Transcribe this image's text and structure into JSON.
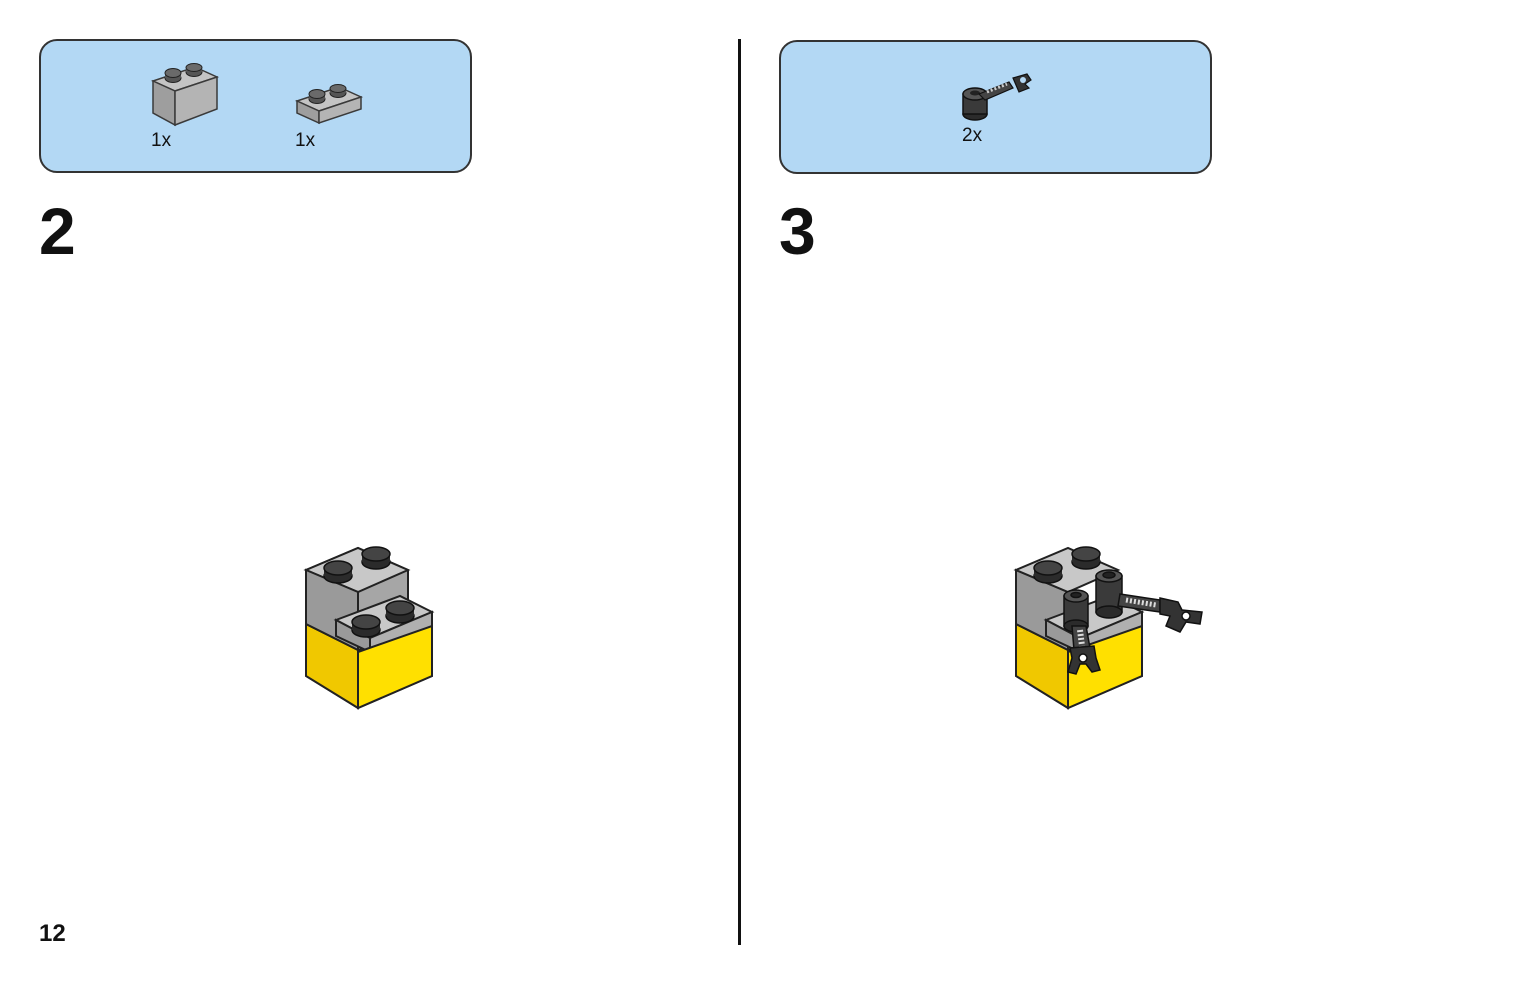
{
  "page": {
    "number": "12"
  },
  "colors": {
    "parts_box_bg": "#b3d8f4",
    "brick_gray": "#a0a0a0",
    "brick_yellow": "#ffe000",
    "stud_black": "#2b2b2b",
    "divider": "#111111"
  },
  "steps": [
    {
      "number": "2",
      "parts": [
        {
          "icon": "gray-1x2-brick-icon",
          "quantity": "1x"
        },
        {
          "icon": "gray-1x2-plate-icon",
          "quantity": "1x"
        }
      ],
      "model_icon": "step-2-assembly-icon"
    },
    {
      "number": "3",
      "parts": [
        {
          "icon": "dark-gray-clip-arm-icon",
          "quantity": "2x"
        }
      ],
      "model_icon": "step-3-assembly-icon"
    }
  ]
}
